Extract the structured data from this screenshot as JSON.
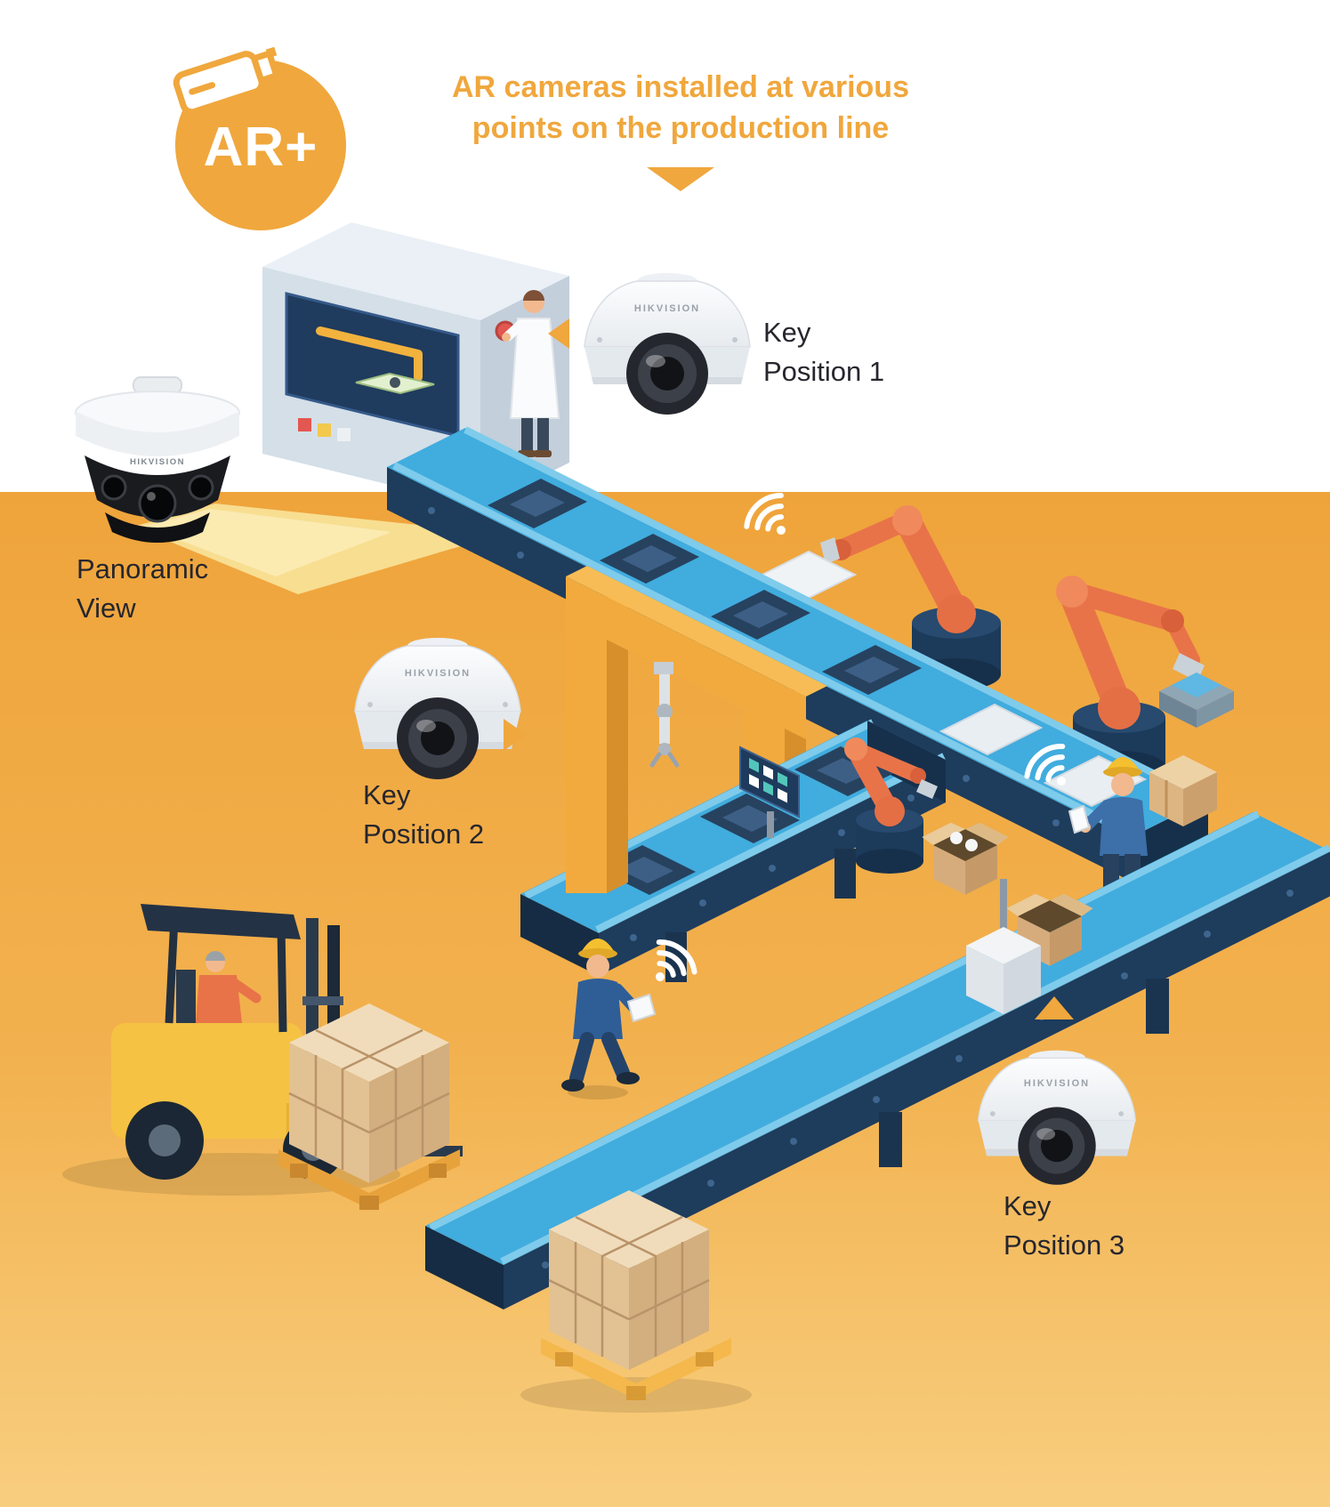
{
  "header": {
    "badge": "AR+",
    "title_line1": "AR cameras installed at various",
    "title_line2": "points on the production line"
  },
  "annotations": {
    "panoramic_line1": "Panoramic",
    "panoramic_line2": "View",
    "key1_line1": "Key",
    "key1_line2": "Position 1",
    "key2_line1": "Key",
    "key2_line2": "Position 2",
    "key3_line1": "Key",
    "key3_line2": "Position 3"
  },
  "cameras": {
    "brand": "HIKVISION"
  },
  "colors": {
    "accent_orange": "#F0A73D",
    "floor_top": "#EFA43B",
    "floor_bottom": "#F8CE7F",
    "belt_blue": "#41ACDE",
    "belt_side_navy": "#1E3C5C",
    "robot_orange": "#E87349",
    "gantry_yellow": "#F2AA3E",
    "text_dark": "#26262E"
  }
}
